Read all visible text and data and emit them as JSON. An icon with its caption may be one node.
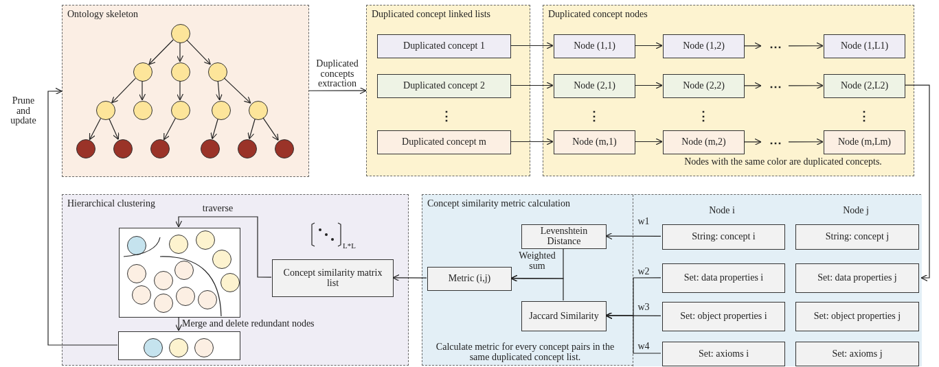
{
  "diagram": {
    "nodes": [
      {
        "text": [
          "Ontology skeleton"
        ]
      },
      {
        "text": [],
        "shape": "circle",
        "in": 0
      },
      {
        "text": [],
        "shape": "circle",
        "in": 0
      },
      {
        "text": [],
        "shape": "circle",
        "in": 0
      },
      {
        "text": [],
        "shape": "circle",
        "in": 0
      },
      {
        "text": [],
        "shape": "circle",
        "in": 0
      },
      {
        "text": [],
        "shape": "circle",
        "in": 0
      },
      {
        "text": [],
        "shape": "circle",
        "in": 0
      },
      {
        "text": [],
        "shape": "circle",
        "in": 0
      },
      {
        "text": [],
        "shape": "circle",
        "in": 0
      },
      {
        "text": [],
        "shape": "circle",
        "in": 0
      },
      {
        "text": [],
        "shape": "circle",
        "in": 0
      },
      {
        "text": [],
        "shape": "circle",
        "in": 0
      },
      {
        "text": [],
        "shape": "circle",
        "in": 0
      },
      {
        "text": [],
        "shape": "circle",
        "in": 0
      },
      {
        "text": [],
        "shape": "circle",
        "in": 0
      },
      {
        "text": [
          "Duplicated concept linked lists"
        ]
      },
      {
        "text": [
          "Duplicated concept 1"
        ],
        "in": 16
      },
      {
        "text": [
          "Duplicated concept 2"
        ],
        "in": 16
      },
      {
        "text": [
          "Duplicated concept m"
        ],
        "in": 16
      },
      {
        "text": [
          "Duplicated concept nodes"
        ]
      },
      {
        "text": [
          "Node (1,1)"
        ],
        "in": 20
      },
      {
        "text": [
          "Node (1,2)"
        ],
        "in": 20
      },
      {
        "text": [
          "⋯"
        ],
        "in": 20
      },
      {
        "text": [
          "Node (1,L1)"
        ],
        "in": 20
      },
      {
        "text": [
          "Node (2,1)"
        ],
        "in": 20
      },
      {
        "text": [
          "Node (2,2)"
        ],
        "in": 20
      },
      {
        "text": [
          "⋯"
        ],
        "in": 20
      },
      {
        "text": [
          "Node (2,L2)"
        ],
        "in": 20
      },
      {
        "text": [
          "Node (m,1)"
        ],
        "in": 20
      },
      {
        "text": [
          "Node (m,2)"
        ],
        "in": 20
      },
      {
        "text": [
          "⋯"
        ],
        "in": 20
      },
      {
        "text": [
          "Node (m,Lm)"
        ],
        "in": 20
      },
      {
        "text": [
          "Hierarchical clustering"
        ]
      },
      {
        "text": [],
        "shape": "box",
        "in": 33
      },
      {
        "text": [],
        "shape": "circle",
        "in": 34
      },
      {
        "text": [],
        "shape": "circle",
        "in": 34
      },
      {
        "text": [],
        "shape": "circle",
        "in": 34
      },
      {
        "text": [],
        "shape": "circle",
        "in": 34
      },
      {
        "text": [],
        "shape": "circle",
        "in": 34
      },
      {
        "text": [],
        "shape": "circle",
        "in": 34
      },
      {
        "text": [],
        "shape": "circle",
        "in": 34
      },
      {
        "text": [],
        "shape": "circle",
        "in": 34
      },
      {
        "text": [],
        "shape": "circle",
        "in": 34
      },
      {
        "text": [],
        "shape": "circle",
        "in": 34
      },
      {
        "text": [],
        "shape": "circle",
        "in": 34
      },
      {
        "text": [],
        "shape": "circle",
        "in": 34
      },
      {
        "text": [
          "Concept similarity matrix list"
        ],
        "in": 33
      },
      {
        "text": [],
        "shape": "box",
        "in": 33
      },
      {
        "text": [],
        "shape": "circle",
        "in": 48
      },
      {
        "text": [],
        "shape": "circle",
        "in": 48
      },
      {
        "text": [],
        "shape": "circle",
        "in": 48
      },
      {
        "text": [
          "Concept similarity metric calculation"
        ]
      },
      {
        "text": [
          "Levenshtein Distance"
        ],
        "in": 52
      },
      {
        "text": [
          "Metric (i,j)"
        ],
        "in": 52
      },
      {
        "text": [
          "Jaccard Similarity"
        ],
        "in": 52
      },
      {
        "text": [],
        "shape": "box",
        "in": 52
      },
      {
        "text": [
          "String: concept i"
        ],
        "in": 56
      },
      {
        "text": [
          "String: concept j"
        ],
        "in": 56
      },
      {
        "text": [
          "Set: data properties i"
        ],
        "in": 56
      },
      {
        "text": [
          "Set: data properties j"
        ],
        "in": 56
      },
      {
        "text": [
          "Set: object properties i"
        ],
        "in": 56
      },
      {
        "text": [
          "Set: object properties j"
        ],
        "in": 56
      },
      {
        "text": [
          "Set: axioms i"
        ],
        "in": 56
      },
      {
        "text": [
          "Set: axioms j"
        ],
        "in": 56
      }
    ],
    "edges": [
      {
        "from": 1,
        "to": 2,
        "arrow": "to"
      },
      {
        "from": 1,
        "to": 3,
        "arrow": "to"
      },
      {
        "from": 1,
        "to": 4,
        "arrow": "to"
      },
      {
        "from": 2,
        "to": 5,
        "arrow": "to"
      },
      {
        "from": 2,
        "to": 6,
        "arrow": "to"
      },
      {
        "from": 3,
        "to": 7,
        "arrow": "to"
      },
      {
        "from": 4,
        "to": 8,
        "arrow": "to"
      },
      {
        "from": 4,
        "to": 9,
        "arrow": "to"
      },
      {
        "from": 5,
        "to": 10,
        "arrow": "to"
      },
      {
        "from": 5,
        "to": 11,
        "arrow": "to"
      },
      {
        "from": 7,
        "to": 12,
        "arrow": "to"
      },
      {
        "from": 8,
        "to": 13,
        "arrow": "to"
      },
      {
        "from": 9,
        "to": 14,
        "arrow": "to"
      },
      {
        "from": 9,
        "to": 15,
        "arrow": "to"
      },
      {
        "from": 0,
        "to": 16,
        "arrow": "to",
        "label": "Duplicated concepts extraction"
      },
      {
        "from": 17,
        "to": 21,
        "arrow": "to"
      },
      {
        "from": 21,
        "to": 22,
        "arrow": "to"
      },
      {
        "from": 22,
        "to": 23,
        "arrow": "to"
      },
      {
        "from": 23,
        "to": 24,
        "arrow": "to"
      },
      {
        "from": 18,
        "to": 25,
        "arrow": "to"
      },
      {
        "from": 25,
        "to": 26,
        "arrow": "to"
      },
      {
        "from": 26,
        "to": 27,
        "arrow": "to"
      },
      {
        "from": 27,
        "to": 28,
        "arrow": "to"
      },
      {
        "from": 19,
        "to": 29,
        "arrow": "to"
      },
      {
        "from": 29,
        "to": 30,
        "arrow": "to"
      },
      {
        "from": 30,
        "to": 31,
        "arrow": "to"
      },
      {
        "from": 31,
        "to": 32,
        "arrow": "to"
      },
      {
        "from": 28,
        "to": 56,
        "arrow": "to"
      },
      {
        "from": 57,
        "to": 53,
        "arrow": "to",
        "label": "w1"
      },
      {
        "from": 59,
        "to": 55,
        "arrow": "to",
        "label": "w2"
      },
      {
        "from": 61,
        "to": 55,
        "arrow": "to",
        "label": "w3"
      },
      {
        "from": 63,
        "to": 55,
        "arrow": "to",
        "label": "w4"
      },
      {
        "from": 53,
        "to": 54,
        "arrow": "to",
        "label": "Weighted sum"
      },
      {
        "from": 55,
        "to": 54,
        "arrow": "to"
      },
      {
        "from": 54,
        "to": 47,
        "arrow": "to"
      },
      {
        "from": 47,
        "to": 34,
        "arrow": "to",
        "label": "traverse"
      },
      {
        "from": 34,
        "to": 48,
        "arrow": "to",
        "label": "Merge and delete redundant nodes"
      },
      {
        "from": 48,
        "to": 0,
        "arrow": "to",
        "label": "Prune and update"
      }
    ],
    "labels": [
      "⋮",
      "⋮",
      "⋮",
      "⋮",
      "Nodes with the same color are duplicated concepts.",
      "L*L",
      "Node i",
      "Node j",
      "Calculate metric for every concept pairs in the same duplicated concept list."
    ]
  }
}
